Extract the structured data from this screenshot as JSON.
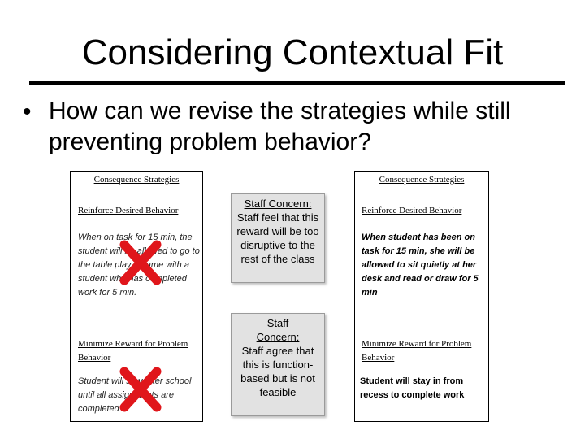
{
  "slide": {
    "title": "Considering Contextual Fit",
    "bullet": "How can we revise the strategies while still preventing problem behavior?"
  },
  "left_panel": {
    "header": "Consequence Strategies",
    "reinforce_heading": "Reinforce Desired Behavior",
    "reinforce_text": "When on task for 15 min, the student will be allowed to go to the table play a game with a student who has completed work for 5 min.",
    "minimize_heading": "Minimize Reward for Problem Behavior",
    "minimize_text": "Student will stay after school until all assignments are completed"
  },
  "concerns": [
    {
      "title": "Staff Concern:",
      "text": "Staff feel that this reward will be too disruptive to the rest of the class"
    },
    {
      "title": "Staff Concern:",
      "text": "Staff agree that this is function-based but is not feasible"
    }
  ],
  "right_panel": {
    "header": "Consequence Strategies",
    "reinforce_heading": "Reinforce Desired Behavior",
    "reinforce_text": "When student has been on task for 15 min, she will be allowed to sit quietly at her desk and read or draw for 5 min",
    "minimize_heading": "Minimize Reward for Problem Behavior",
    "minimize_text": "Student will stay in from recess to complete work"
  },
  "colors": {
    "x_mark": "#e0161b",
    "concern_bg": "#e2e2e2"
  },
  "icons": [
    "red-x-icon"
  ]
}
